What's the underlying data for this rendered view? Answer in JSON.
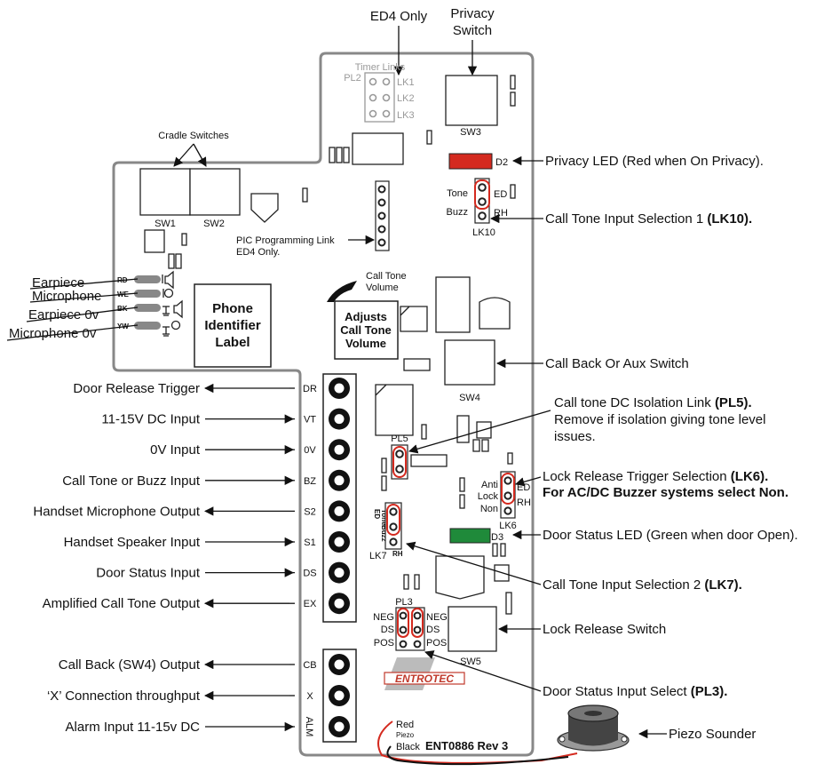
{
  "top": {
    "ed4_only": "ED4 Only",
    "privacy_switch_line1": "Privacy",
    "privacy_switch_line2": "Switch",
    "cradle_switches": "Cradle Switches"
  },
  "board": {
    "timer_links": "Timer Links",
    "pl2": "PL2",
    "lk1": "LK1",
    "lk2": "LK2",
    "lk3": "LK3",
    "sw1": "SW1",
    "sw2": "SW2",
    "sw3": "SW3",
    "sw4": "SW4",
    "sw5": "SW5",
    "d2": "D2",
    "d3": "D3",
    "lk10": "LK10",
    "lk6": "LK6",
    "lk7": "LK7",
    "pl3": "PL3",
    "pl5": "PL5",
    "tone": "Tone",
    "buzz": "Buzz",
    "ed": "ED",
    "rh": "RH",
    "anti": "Anti",
    "lock": "Lock",
    "non": "Non",
    "neg": "NEG",
    "ds": "DS",
    "pos": "POS",
    "lk7_ed": "ED",
    "lk7_tone": "Tone",
    "lk7_buzz": "Buzz",
    "lk7_rh": "RH",
    "pic_link_line1": "PIC Programming Link",
    "pic_link_line2": "ED4 Only.",
    "call_tone_volume_line1": "Call Tone",
    "call_tone_volume_line2": "Volume",
    "adjusts_line1": "Adjusts",
    "adjusts_line2": "Call Tone",
    "adjusts_line3": "Volume",
    "phone_label_line1": "Phone",
    "phone_label_line2": "Identifier",
    "phone_label_line3": "Label",
    "logo": "ENTROTEC",
    "model": "ENT0886 Rev 3",
    "piezo_red": "Red",
    "piezo_small": "Piezo",
    "piezo_black": "Black"
  },
  "handset": {
    "wires": [
      {
        "tag": "RD",
        "label": "Earpiece"
      },
      {
        "tag": "WE",
        "label": "Microphone"
      },
      {
        "tag": "BK",
        "label": "Earpiece 0v"
      },
      {
        "tag": "YW",
        "label": "Microphone 0v"
      }
    ]
  },
  "terminals": {
    "main": [
      {
        "code": "DR",
        "label": "Door Release Trigger"
      },
      {
        "code": "VT",
        "label": "11-15V DC Input"
      },
      {
        "code": "0V",
        "label": "0V Input"
      },
      {
        "code": "BZ",
        "label": "Call Tone or Buzz Input"
      },
      {
        "code": "S2",
        "label": "Handset Microphone Output"
      },
      {
        "code": "S1",
        "label": "Handset Speaker Input"
      },
      {
        "code": "DS",
        "label": "Door Status Input"
      },
      {
        "code": "EX",
        "label": "Amplified Call Tone Output"
      }
    ],
    "aux": [
      {
        "code": "CB",
        "label": "Call Back (SW4) Output"
      },
      {
        "code": "X",
        "label": "‘X’ Connection throughput"
      },
      {
        "code": "ALM",
        "label": "Alarm Input 11-15v DC"
      }
    ]
  },
  "right_callouts": {
    "privacy_led": "Privacy LED (Red when On Privacy).",
    "lk10_prefix": "Call Tone Input Selection 1 ",
    "lk10_bold": "(LK10).",
    "call_back": "Call Back Or Aux Switch",
    "pl5_prefix": "Call tone DC Isolation Link ",
    "pl5_bold": "(PL5).",
    "pl5_line2": "Remove if isolation giving tone level",
    "pl5_line3": "issues.",
    "lk6_prefix": "Lock Release Trigger Selection ",
    "lk6_bold": "(LK6).",
    "lk6_line2": "For AC/DC Buzzer systems select Non.",
    "door_status_led": "Door Status LED (Green when door Open).",
    "lk7_prefix": "Call Tone Input Selection 2 ",
    "lk7_bold": "(LK7).",
    "lock_release": "Lock Release Switch",
    "pl3_prefix": "Door Status Input Select ",
    "pl3_bold": "(PL3).",
    "piezo_sounder": "Piezo Sounder"
  },
  "colors": {
    "privacy_led": "#d42a1f",
    "door_status_led": "#1f8a3a",
    "link_highlight": "#d42a1f",
    "board_outline": "#888888",
    "logo": "#c0392b"
  }
}
